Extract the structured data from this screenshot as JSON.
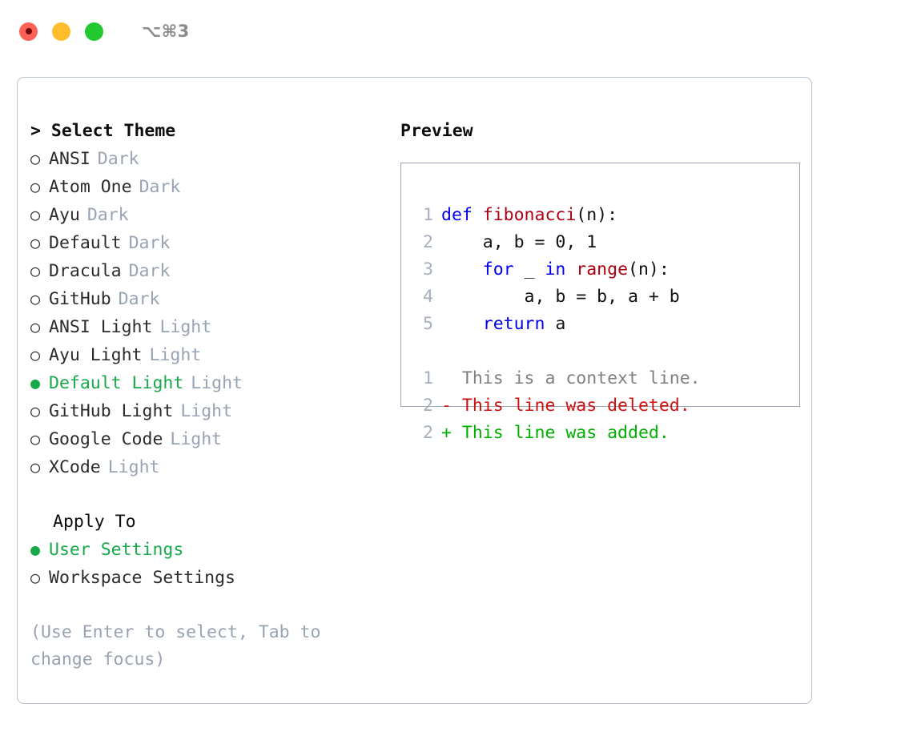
{
  "titlebar": {
    "shortcut": "⌥⌘3",
    "buttons": [
      {
        "name": "close",
        "color": "#ff6058"
      },
      {
        "name": "minimize",
        "color": "#ffbd2e"
      },
      {
        "name": "maximize",
        "color": "#23c931"
      }
    ]
  },
  "theme_picker": {
    "header": "> Select Theme",
    "items": [
      {
        "marker": "○",
        "label": "ANSI",
        "tag": "Dark",
        "selected": false
      },
      {
        "marker": "○",
        "label": "Atom One",
        "tag": "Dark",
        "selected": false
      },
      {
        "marker": "○",
        "label": "Ayu",
        "tag": "Dark",
        "selected": false
      },
      {
        "marker": "○",
        "label": "Default",
        "tag": "Dark",
        "selected": false
      },
      {
        "marker": "○",
        "label": "Dracula",
        "tag": "Dark",
        "selected": false
      },
      {
        "marker": "○",
        "label": "GitHub",
        "tag": "Dark",
        "selected": false
      },
      {
        "marker": "○",
        "label": "ANSI Light",
        "tag": "Light",
        "selected": false
      },
      {
        "marker": "○",
        "label": "Ayu Light",
        "tag": "Light",
        "selected": false
      },
      {
        "marker": "●",
        "label": "Default Light",
        "tag": "Light",
        "selected": true
      },
      {
        "marker": "○",
        "label": "GitHub Light",
        "tag": "Light",
        "selected": false
      },
      {
        "marker": "○",
        "label": "Google Code",
        "tag": "Light",
        "selected": false
      },
      {
        "marker": "○",
        "label": "XCode",
        "tag": "Light",
        "selected": false
      }
    ]
  },
  "apply_to": {
    "title": "Apply To",
    "items": [
      {
        "marker": "●",
        "label": "User Settings",
        "selected": true
      },
      {
        "marker": "○",
        "label": "Workspace Settings",
        "selected": false
      }
    ]
  },
  "hint": "(Use Enter to select, Tab to change focus)",
  "preview": {
    "header": "Preview",
    "code_lines": [
      {
        "num": "1",
        "tokens": [
          {
            "t": "def ",
            "c": "kw"
          },
          {
            "t": "fibonacci",
            "c": "fn"
          },
          {
            "t": "(n):",
            "c": "plain"
          }
        ]
      },
      {
        "num": "2",
        "tokens": [
          {
            "t": "    a, b = 0, 1",
            "c": "plain"
          }
        ]
      },
      {
        "num": "3",
        "tokens": [
          {
            "t": "    for ",
            "c": "kw"
          },
          {
            "t": "_ ",
            "c": "plain"
          },
          {
            "t": "in ",
            "c": "kw"
          },
          {
            "t": "range",
            "c": "fn"
          },
          {
            "t": "(n):",
            "c": "plain"
          }
        ]
      },
      {
        "num": "4",
        "tokens": [
          {
            "t": "        a, b = b, a + b",
            "c": "plain"
          }
        ]
      },
      {
        "num": "5",
        "tokens": [
          {
            "t": "    return ",
            "c": "kw"
          },
          {
            "t": "a",
            "c": "plain"
          }
        ]
      }
    ],
    "diff_lines": [
      {
        "num": "1",
        "prefix": "  ",
        "text": "This is a context line.",
        "kind": "ctx"
      },
      {
        "num": "2",
        "prefix": "- ",
        "text": "This line was deleted.",
        "kind": "del"
      },
      {
        "num": "2",
        "prefix": "+ ",
        "text": "This line was added.",
        "kind": "add"
      }
    ]
  },
  "colors": {
    "accent_green": "#17a94a",
    "muted": "#98a3b3",
    "border": "#b9c3cf",
    "preview_border": "#9aa6b6",
    "keyword": "#0000ee",
    "function": "#b00014",
    "diff_added": "#00b000",
    "diff_deleted": "#cc1111",
    "diff_context": "#808080",
    "line_number": "#a6b0bd"
  }
}
